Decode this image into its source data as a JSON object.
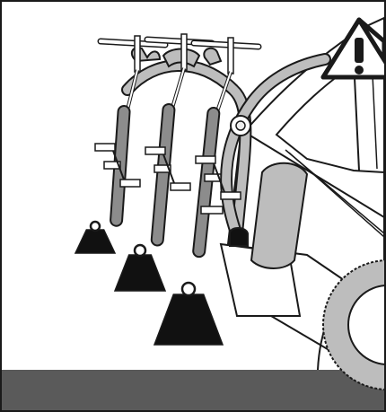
{
  "illustration": {
    "scene": "bike-rack-load-warning",
    "colors": {
      "outline": "#1a1a1a",
      "ground": "#5a5a5a",
      "fill_light": "#eeeeee",
      "fill_mid": "#bdbdbd",
      "fill_dark": "#8c8c8c",
      "weight": "#111111",
      "background": "#ffffff"
    },
    "icons": {
      "warning": "warning-triangle-icon",
      "weights": [
        "weight-small-icon",
        "weight-medium-icon",
        "weight-large-icon"
      ]
    },
    "bike_count": 3,
    "weight_count": 3
  }
}
